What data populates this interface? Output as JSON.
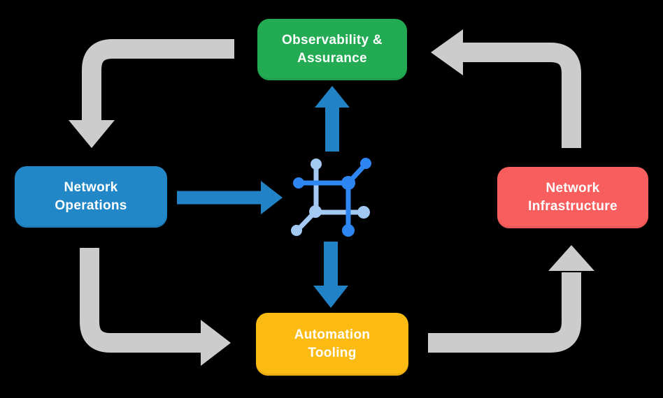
{
  "background": "#000000",
  "nodes": {
    "observability": {
      "label": "Observability &\nAssurance",
      "color": "#23AB53"
    },
    "operations": {
      "label": "Network\nOperations",
      "color": "#2187C7"
    },
    "infrastructure": {
      "label": "Network\nInfrastructure",
      "color": "#F95E5E"
    },
    "automation": {
      "label": "Automation\nTooling",
      "color": "#FCBB13"
    }
  },
  "colors": {
    "arrow_gray": "#CCCCCC",
    "arrow_blue": "#2183C6",
    "node_text": "#FFFFFF"
  },
  "icon": {
    "name": "network-automation-icon",
    "primary": "#2E86F2",
    "secondary": "#A3C8F2"
  },
  "edges": [
    {
      "from": "observability",
      "to": "operations",
      "style": "gray-elbow"
    },
    {
      "from": "operations",
      "to": "automation",
      "style": "gray-elbow"
    },
    {
      "from": "automation",
      "to": "infrastructure",
      "style": "gray-elbow"
    },
    {
      "from": "infrastructure",
      "to": "observability",
      "style": "gray-elbow"
    },
    {
      "from": "operations",
      "to": "center-icon",
      "style": "blue-straight"
    },
    {
      "from": "center-icon",
      "to": "observability",
      "style": "blue-straight"
    },
    {
      "from": "center-icon",
      "to": "automation",
      "style": "blue-straight"
    }
  ]
}
